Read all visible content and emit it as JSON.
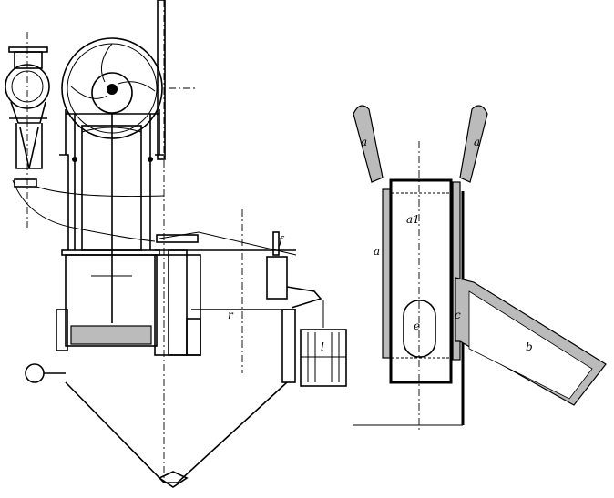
{
  "figure": {
    "left_view": {
      "labels": {
        "f": "f",
        "r": "r",
        "l": "l"
      }
    },
    "right_view": {
      "labels": {
        "a_left_handle": "a",
        "a_right_handle": "a",
        "a1": "a1",
        "a_wall": "a",
        "e": "e",
        "c": "c",
        "b": "b"
      }
    }
  }
}
